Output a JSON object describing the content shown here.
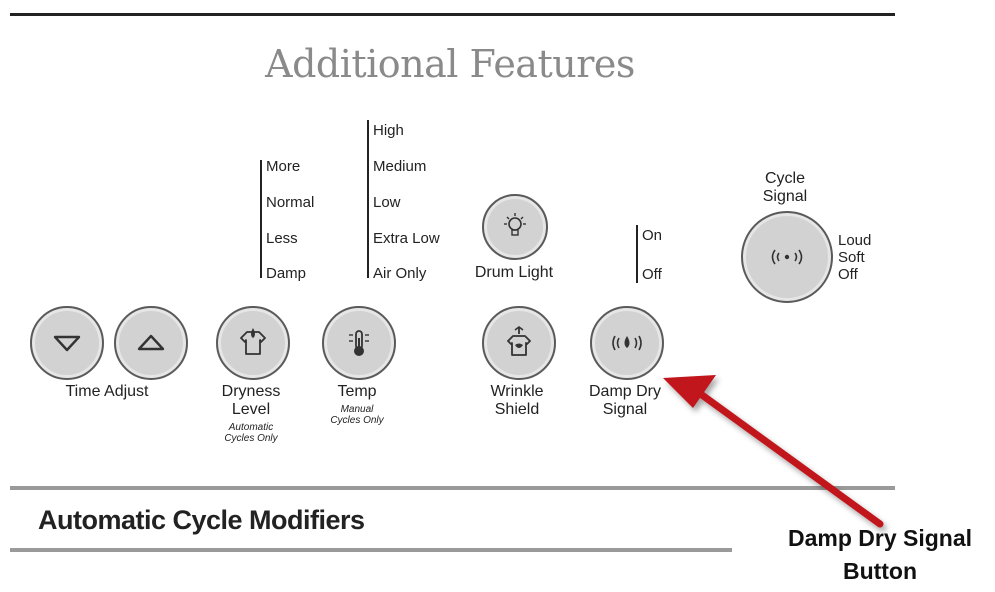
{
  "header": {
    "title": "Additional Features"
  },
  "dryness_options": [
    "More",
    "Normal",
    "Less",
    "Damp"
  ],
  "temp_options": [
    "High",
    "Medium",
    "Low",
    "Extra Low",
    "Air Only"
  ],
  "damp_options": [
    "On",
    "Off"
  ],
  "cycle_signal": {
    "title_line1": "Cycle",
    "title_line2": "Signal",
    "options": [
      "Loud",
      "Soft",
      "Off"
    ]
  },
  "buttons": {
    "time_adjust": {
      "label": "Time Adjust"
    },
    "dryness": {
      "label_line1": "Dryness",
      "label_line2": "Level",
      "note_line1": "Automatic",
      "note_line2": "Cycles Only"
    },
    "temp": {
      "label": "Temp",
      "note_line1": "Manual",
      "note_line2": "Cycles Only"
    },
    "drum_light": {
      "label": "Drum Light"
    },
    "wrinkle": {
      "label_line1": "Wrinkle",
      "label_line2": "Shield"
    },
    "damp_dry": {
      "label_line1": "Damp Dry",
      "label_line2": "Signal"
    }
  },
  "section": {
    "title": "Automatic Cycle Modifiers"
  },
  "callout": {
    "line1": "Damp Dry Signal",
    "line2": "Button",
    "arrow_color": "#c0161b"
  },
  "colors": {
    "button_fill": "#d2d2d2",
    "title_gray": "#8a8a8a",
    "rule_gray": "#9a9a9a"
  }
}
